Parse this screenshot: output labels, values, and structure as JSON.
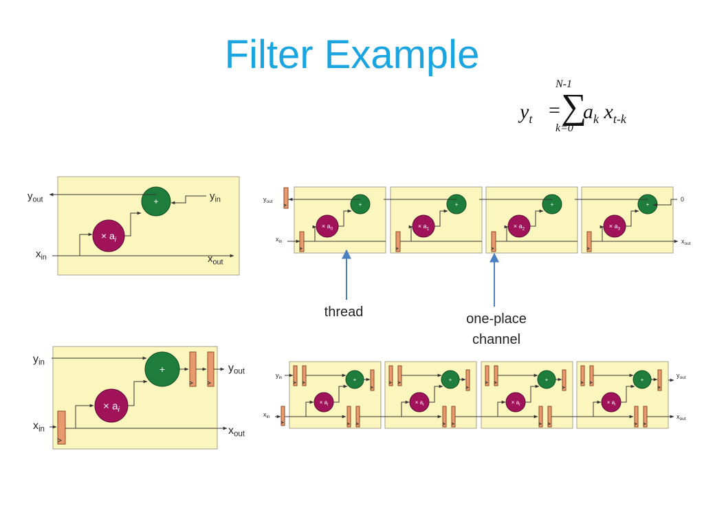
{
  "slide": {
    "title": "Filter Example"
  },
  "formula": {
    "lhs_var": "y",
    "lhs_sub": "t",
    "equals": "=",
    "sigma": "∑",
    "upper": "N-1",
    "lower": "k=0",
    "rhs_a": "a",
    "rhs_a_sub": "k",
    "rhs_x": "x",
    "rhs_x_sub": "t-k"
  },
  "labels": {
    "y": "y",
    "x": "x",
    "in": "in",
    "out": "out",
    "plus": "+",
    "times": "×",
    "a": "a",
    "i": "i",
    "zero": "0",
    "coef_subs": [
      "0",
      "1",
      "2",
      "3"
    ],
    "thread": "thread",
    "channel_line1": "one-place",
    "channel_line2": "channel"
  },
  "colors": {
    "title": "#1aa5e0",
    "panel_fill": "#fbf6bd",
    "panel_stroke": "#a6a08a",
    "adder": "#1e7d3c",
    "multiplier": "#a0135a",
    "register": "#e89a6c",
    "register_stroke": "#8b4a2a",
    "wire": "#333333",
    "pointer_arrow": "#4a7fc0"
  }
}
